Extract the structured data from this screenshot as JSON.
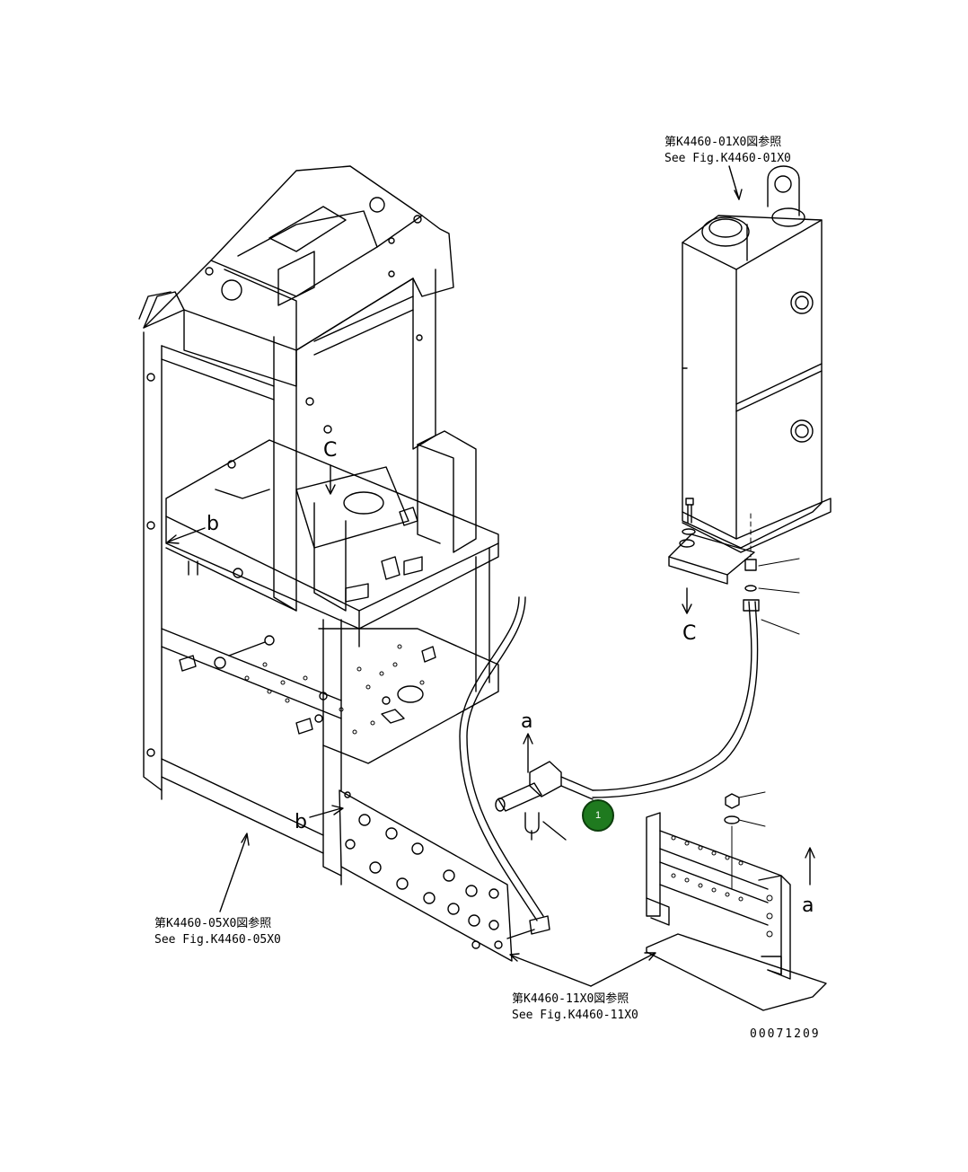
{
  "references": {
    "top_right_jp": "第K4460-01X0図参照",
    "top_right_en": "See Fig.K4460-01X0",
    "bottom_left_jp": "第K4460-05X0図参照",
    "bottom_left_en": "See Fig.K4460-05X0",
    "bottom_center_jp": "第K4460-11X0図参照",
    "bottom_center_en": "See Fig.K4460-11X0"
  },
  "view_letters": {
    "c_top": "C",
    "c_bottom": "C",
    "b_top": "b",
    "b_bottom": "b",
    "a_left": "a",
    "a_right": "a"
  },
  "callouts": [
    {
      "label": "1",
      "color": "#1f7a1f"
    }
  ],
  "drawing_number": "00071209"
}
